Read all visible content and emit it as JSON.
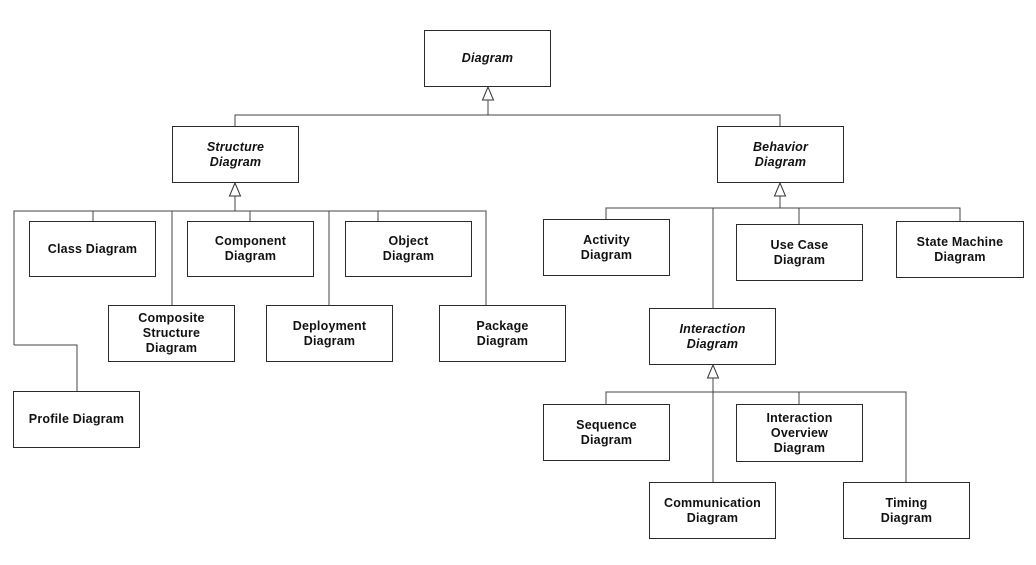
{
  "diagram": {
    "nodes": {
      "diagram": "Diagram",
      "structure": "Structure\nDiagram",
      "behavior": "Behavior\nDiagram",
      "class": "Class Diagram",
      "component": "Component\nDiagram",
      "object": "Object\nDiagram",
      "composite": "Composite\nStructure\nDiagram",
      "deployment": "Deployment\nDiagram",
      "package": "Package\nDiagram",
      "profile": "Profile Diagram",
      "activity": "Activity\nDiagram",
      "usecase": "Use Case\nDiagram",
      "statemachine": "State Machine\nDiagram",
      "interaction": "Interaction\nDiagram",
      "sequence": "Sequence\nDiagram",
      "overview": "Interaction\nOverview\nDiagram",
      "communication": "Communication\nDiagram",
      "timing": "Timing\nDiagram"
    }
  }
}
